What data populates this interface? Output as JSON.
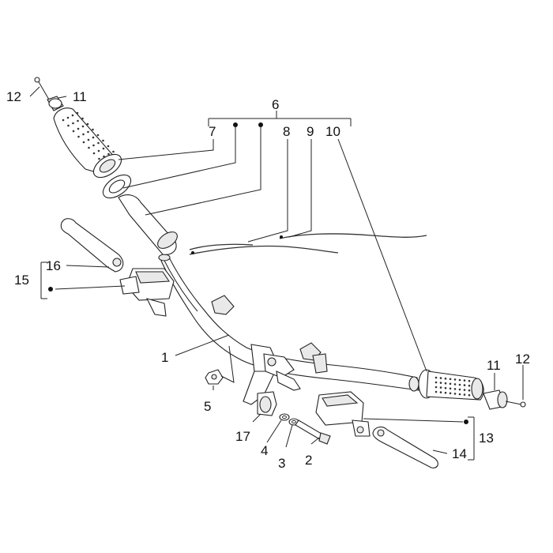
{
  "callouts": [
    {
      "id": "c1",
      "text": "1"
    },
    {
      "id": "c2",
      "text": "2"
    },
    {
      "id": "c3",
      "text": "3"
    },
    {
      "id": "c4",
      "text": "4"
    },
    {
      "id": "c5",
      "text": "5"
    },
    {
      "id": "c6",
      "text": "6"
    },
    {
      "id": "c7",
      "text": "7"
    },
    {
      "id": "c8",
      "text": "8"
    },
    {
      "id": "c9",
      "text": "9"
    },
    {
      "id": "c10",
      "text": "10"
    },
    {
      "id": "c11a",
      "text": "11"
    },
    {
      "id": "c11b",
      "text": "11"
    },
    {
      "id": "c12a",
      "text": "12"
    },
    {
      "id": "c12b",
      "text": "12"
    },
    {
      "id": "c13",
      "text": "13"
    },
    {
      "id": "c14",
      "text": "14"
    },
    {
      "id": "c15",
      "text": "15"
    },
    {
      "id": "c16",
      "text": "16"
    },
    {
      "id": "c17",
      "text": "17"
    }
  ]
}
